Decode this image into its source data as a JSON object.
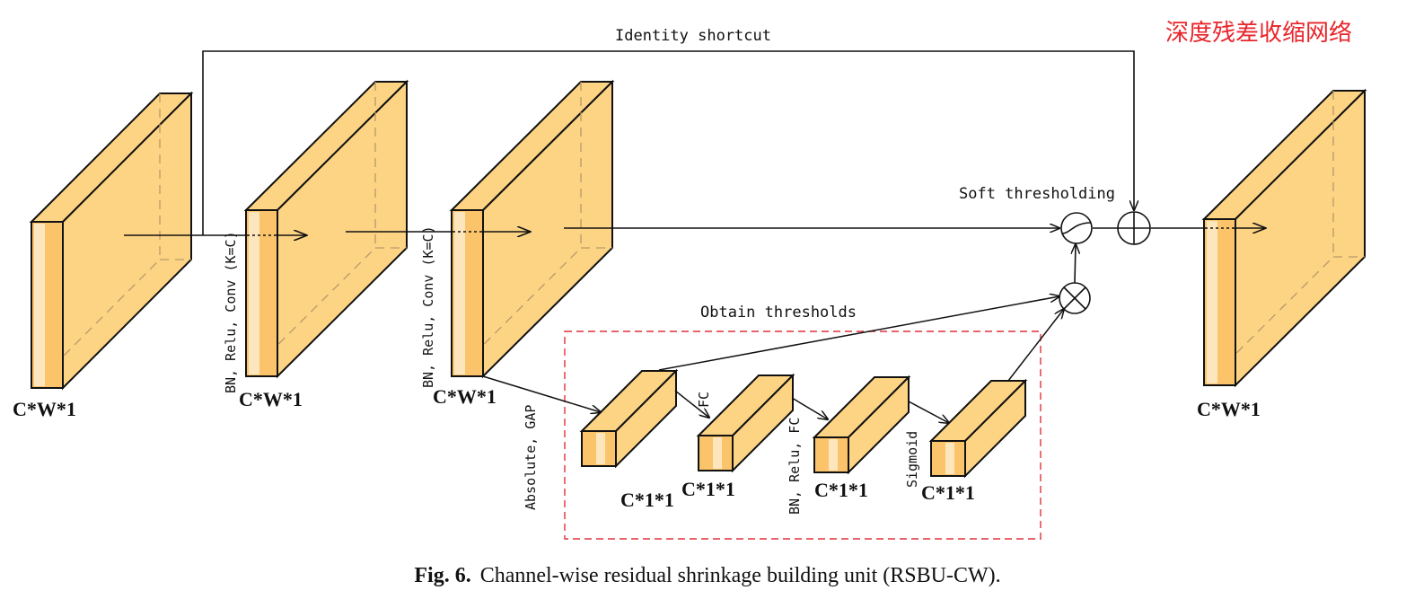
{
  "header": {
    "chinese_label": "深度残差收缩网络"
  },
  "labels": {
    "identity_shortcut": "Identity shortcut",
    "soft_thresholding": "Soft thresholding",
    "obtain_thresholds": "Obtain thresholds",
    "bn_relu_conv_1": "BN, Relu, Conv (K=C)",
    "bn_relu_conv_2": "BN, Relu, Conv (K=C)",
    "absolute_gap": "Absolute, GAP",
    "fc": "FC",
    "bn_relu_fc": "BN, Relu, FC",
    "sigmoid": "Sigmoid"
  },
  "dims": {
    "block_1": "C*W*1",
    "block_2": "C*W*1",
    "block_3": "C*W*1",
    "block_out": "C*W*1",
    "small_1": "C*1*1",
    "small_2": "C*1*1",
    "small_3": "C*1*1",
    "small_4": "C*1*1"
  },
  "caption": {
    "prefix": "Fig. 6.",
    "text": "Channel-wise residual shrinkage building unit (RSBU-CW)."
  },
  "colors": {
    "block_fill": "#FDD484",
    "block_front": "#FBC46A",
    "block_strip": "#FDE6BE",
    "edge": "#111111",
    "dashed_box": "#E0303A",
    "chinese_label": "#E8252B"
  }
}
